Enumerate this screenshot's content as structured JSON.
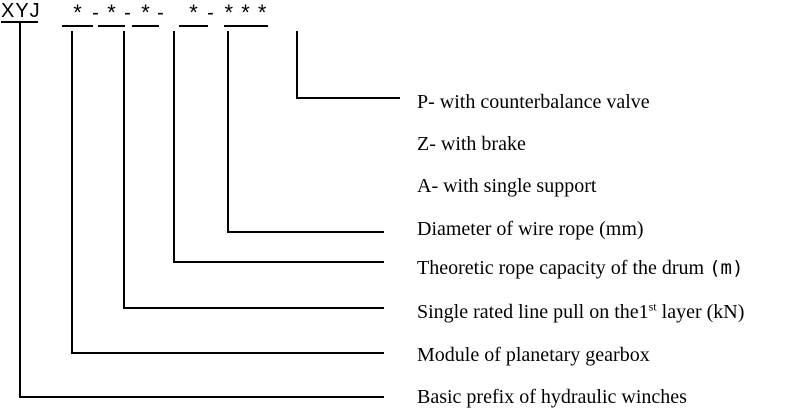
{
  "diagram": {
    "code": {
      "prefix": "XYJ",
      "separator": "-",
      "fields": [
        "*",
        "*",
        "*",
        "*",
        "* * *"
      ]
    },
    "labels": [
      {
        "text": "P- with counterbalance valve"
      },
      {
        "text": "Z- with brake"
      },
      {
        "text": "A- with single support"
      },
      {
        "text": "Diameter of wire rope (mm)"
      },
      {
        "main": "Theoretic rope capacity of the drum ",
        "unit": "(m)"
      },
      {
        "pre": "Single rated line pull on the1",
        "sup": "st",
        "post": " layer (kN)"
      },
      {
        "text": "Module of planetary gearbox"
      },
      {
        "text": "Basic prefix of hydraulic winches"
      }
    ]
  },
  "colors": {
    "background": "#ffffff",
    "line": "#000000",
    "text": "#000000"
  }
}
